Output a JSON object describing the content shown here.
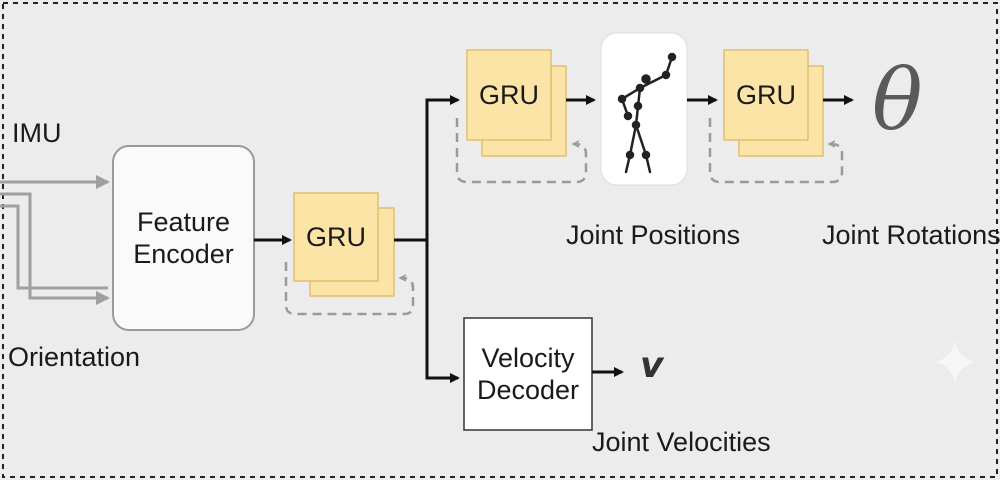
{
  "inputs": {
    "imu": "IMU",
    "orientation": "Orientation"
  },
  "encoder": {
    "line1": "Feature",
    "line2": "Encoder"
  },
  "gru_main": "GRU",
  "gru_positions": "GRU",
  "gru_rotations": "GRU",
  "decoder": {
    "line1": "Velocity",
    "line2": "Decoder"
  },
  "outputs": {
    "positions": "Joint Positions",
    "rotations": "Joint Rotations",
    "rotations_symbol": "θ",
    "velocities": "Joint Velocities",
    "velocities_symbol": "v"
  },
  "colors": {
    "background": "#ececec",
    "gru_fill": "#fbe4a6",
    "gru_stroke": "#e0c070",
    "arrow": "#111111",
    "input_arrow": "#a0a0a0",
    "border": "#222222",
    "symbol": "#5a5a5a"
  }
}
